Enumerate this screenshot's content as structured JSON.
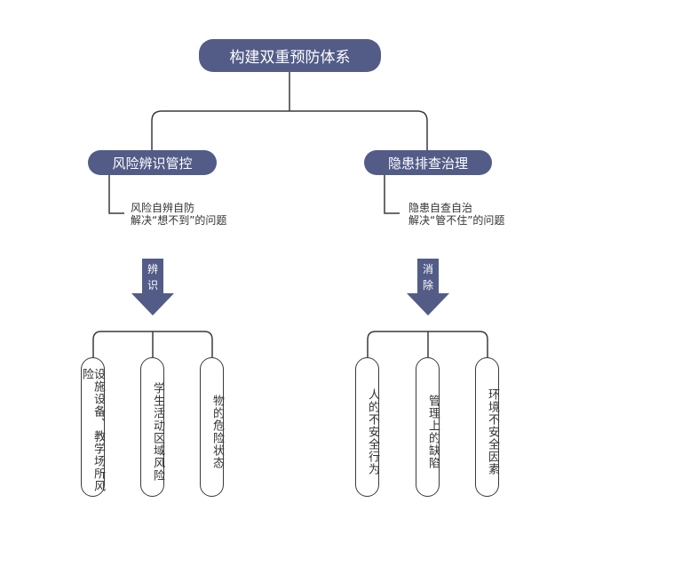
{
  "root": {
    "label": "构建双重预防体系"
  },
  "branches": [
    {
      "label": "风险辨识管控",
      "note_line1": "风险自辨自防",
      "note_line2": "解决“想不到”的问题",
      "arrow_label": [
        "辨",
        "识"
      ],
      "leaves": [
        "设施设备、教学场所风险",
        "学生活动区域风险",
        "物的危险状态"
      ]
    },
    {
      "label": "隐患排查治理",
      "note_line1": "隐患自查自治",
      "note_line2": "解决“管不住”的问题",
      "arrow_label": [
        "消",
        "除"
      ],
      "leaves": [
        "人的不安全行为",
        "管理上的缺陷",
        "环境不安全因素"
      ]
    }
  ],
  "colors": {
    "node_fill": "#525c87",
    "line": "#3a3a3a",
    "text": "#333333"
  }
}
